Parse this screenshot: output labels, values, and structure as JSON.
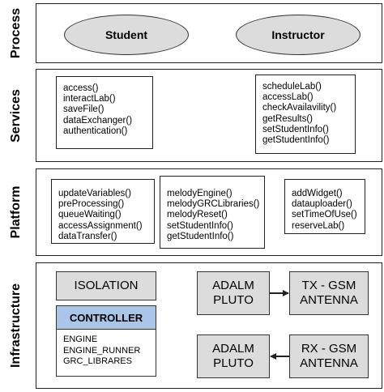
{
  "layers": {
    "process": {
      "label": "Process",
      "actors": [
        "Student",
        "Instructor"
      ]
    },
    "services": {
      "label": "Services",
      "student_functions": [
        "access()",
        "interactLab()",
        "saveFile()",
        "dataExchanger()",
        "authentication()"
      ],
      "instructor_functions": [
        "scheduleLab()",
        "accessLab()",
        "checkAvailavility()",
        "getResults()",
        "setStudentInfo()",
        "getStudentInfo()"
      ]
    },
    "platform": {
      "label": "Platform",
      "box1": [
        "updateVariables()",
        "preProcessing()",
        "queueWaiting()",
        "accessAssignment()",
        "dataTransfer()"
      ],
      "box2": [
        "melodyEngine()",
        "melodyGRCLibraries()",
        "melodyReset()",
        "setStudentInfo()",
        "getStudentInfo()"
      ],
      "box3": [
        "addWidget()",
        "datauploader()",
        "setTimeOfUse()",
        "reserveLab()"
      ]
    },
    "infrastructure": {
      "label": "Infrastructure",
      "isolation": "ISOLATION",
      "controller": {
        "title": "CONTROLLER",
        "items": [
          "ENGINE",
          "ENGINE_RUNNER",
          "GRC_LIBRARES"
        ]
      },
      "pluto_tx": [
        "ADALM",
        "PLUTO"
      ],
      "tx_antenna": [
        "TX - GSM",
        "ANTENNA"
      ],
      "pluto_rx": [
        "ADALM",
        "PLUTO"
      ],
      "rx_antenna": [
        "RX - GSM",
        "ANTENNA"
      ]
    }
  },
  "colors": {
    "actor_fill": "#dcdcdc",
    "hardware_fill": "#dcdcdc",
    "controller_header": "#a9c6e8",
    "border": "#222222"
  }
}
